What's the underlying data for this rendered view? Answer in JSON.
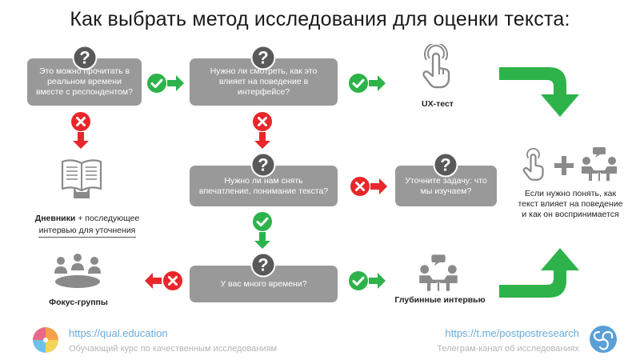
{
  "title": "Как выбрать метод исследования для оценки текста:",
  "questions": {
    "q1": "Это можно прочитать в реальном времени вместе с респондентом?",
    "q2": "Нужно ли смотреть, как это влияет на поведение в интерфейсе?",
    "q3": "Нужно ли нам снять впечатление, понимание текста?",
    "q4": "У вас много времени?",
    "clarify": "Уточните задачу: что мы изучаем?"
  },
  "results": {
    "ux_test": "UX-тест",
    "diaries_bold": "Дневники",
    "diaries_rest": " + последующее",
    "diaries_line2": "интервью для уточнения",
    "focus_groups": "Фокус-группы",
    "in_depth": "Глубинные интервью",
    "combo_line1": "Если нужно  понять, как",
    "combo_line2": "текст влияет на поведение",
    "combo_line3": "и как он воспринимается"
  },
  "footer": {
    "left_link": "https://qual.education",
    "left_sub": "Обучающий курс по качественным исследованиям",
    "right_link": "https://t.me/postpostresearch",
    "right_sub": "Телеграм-канал об исследованиях"
  },
  "colors": {
    "yes": "#2db34a",
    "no": "#e8272b",
    "box": "#999999",
    "icon": "#8a8a8a",
    "link": "#6aaad8"
  },
  "icons": {
    "question": "question-circle-icon",
    "yes": "check-circle-icon",
    "no": "cross-circle-icon",
    "ux": "tap-hand-icon",
    "diary": "open-book-hand-icon",
    "focus": "group-meeting-icon",
    "interview": "interview-dialog-icon"
  }
}
